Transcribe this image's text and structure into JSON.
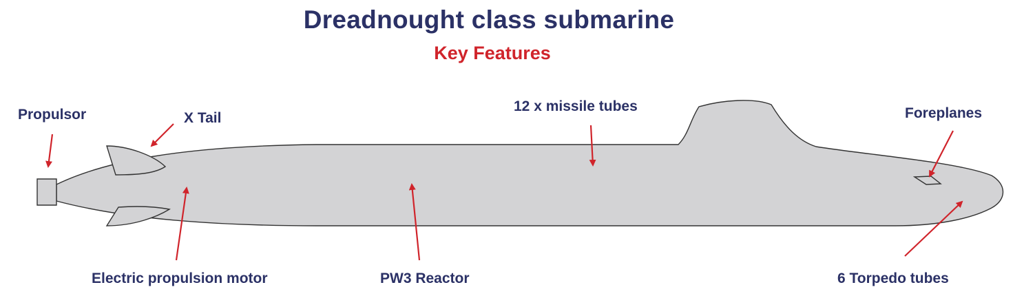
{
  "title": "Dreadnought class submarine",
  "subtitle": "Key Features",
  "labels": {
    "propulsor": "Propulsor",
    "x_tail": "X Tail",
    "missile_tubes": "12 x missile tubes",
    "foreplanes": "Foreplanes",
    "electric_motor": "Electric propulsion motor",
    "reactor": "PW3 Reactor",
    "torpedo_tubes": "6 Torpedo tubes"
  },
  "colors": {
    "title": "#2b3166",
    "subtitle": "#d0242b",
    "hull_fill": "#d3d3d5",
    "hull_stroke": "#333333",
    "arrow": "#d0242b",
    "label": "#2b3166"
  }
}
